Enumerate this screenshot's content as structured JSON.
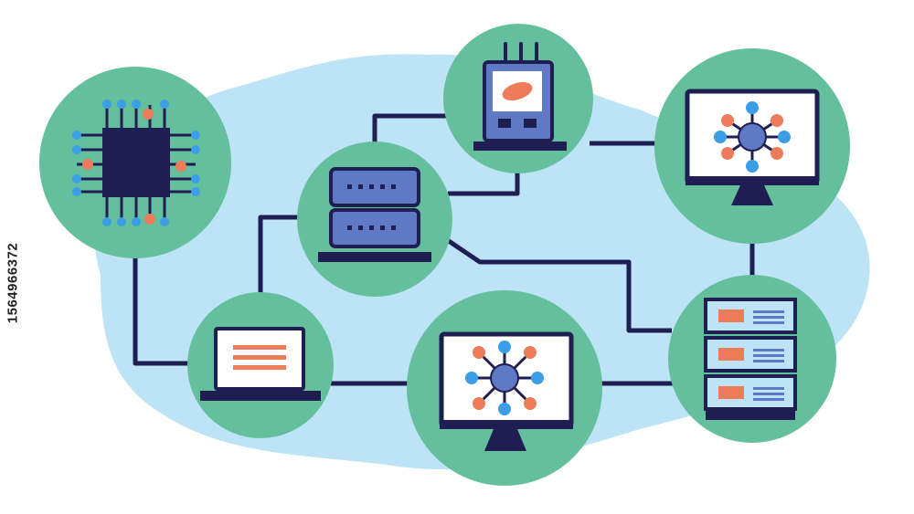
{
  "image_id_text": "1564966372",
  "colors": {
    "cloud": "#bde3f6",
    "node_fill": "#64bf9c",
    "line": "#1e1e52",
    "accent_blue": "#3d9ee8",
    "accent_orange": "#ee7b5a",
    "slate": "#5f79c4",
    "screen": "#ffffff"
  },
  "nodes": [
    {
      "id": "chip",
      "icon": "microchip-icon"
    },
    {
      "id": "router",
      "icon": "wifi-router-icon"
    },
    {
      "id": "server-small",
      "icon": "server-stack-icon"
    },
    {
      "id": "monitor-top",
      "icon": "network-monitor-icon"
    },
    {
      "id": "laptop",
      "icon": "laptop-icon"
    },
    {
      "id": "monitor-bottom",
      "icon": "network-monitor-icon"
    },
    {
      "id": "server-rack",
      "icon": "server-rack-icon"
    }
  ]
}
